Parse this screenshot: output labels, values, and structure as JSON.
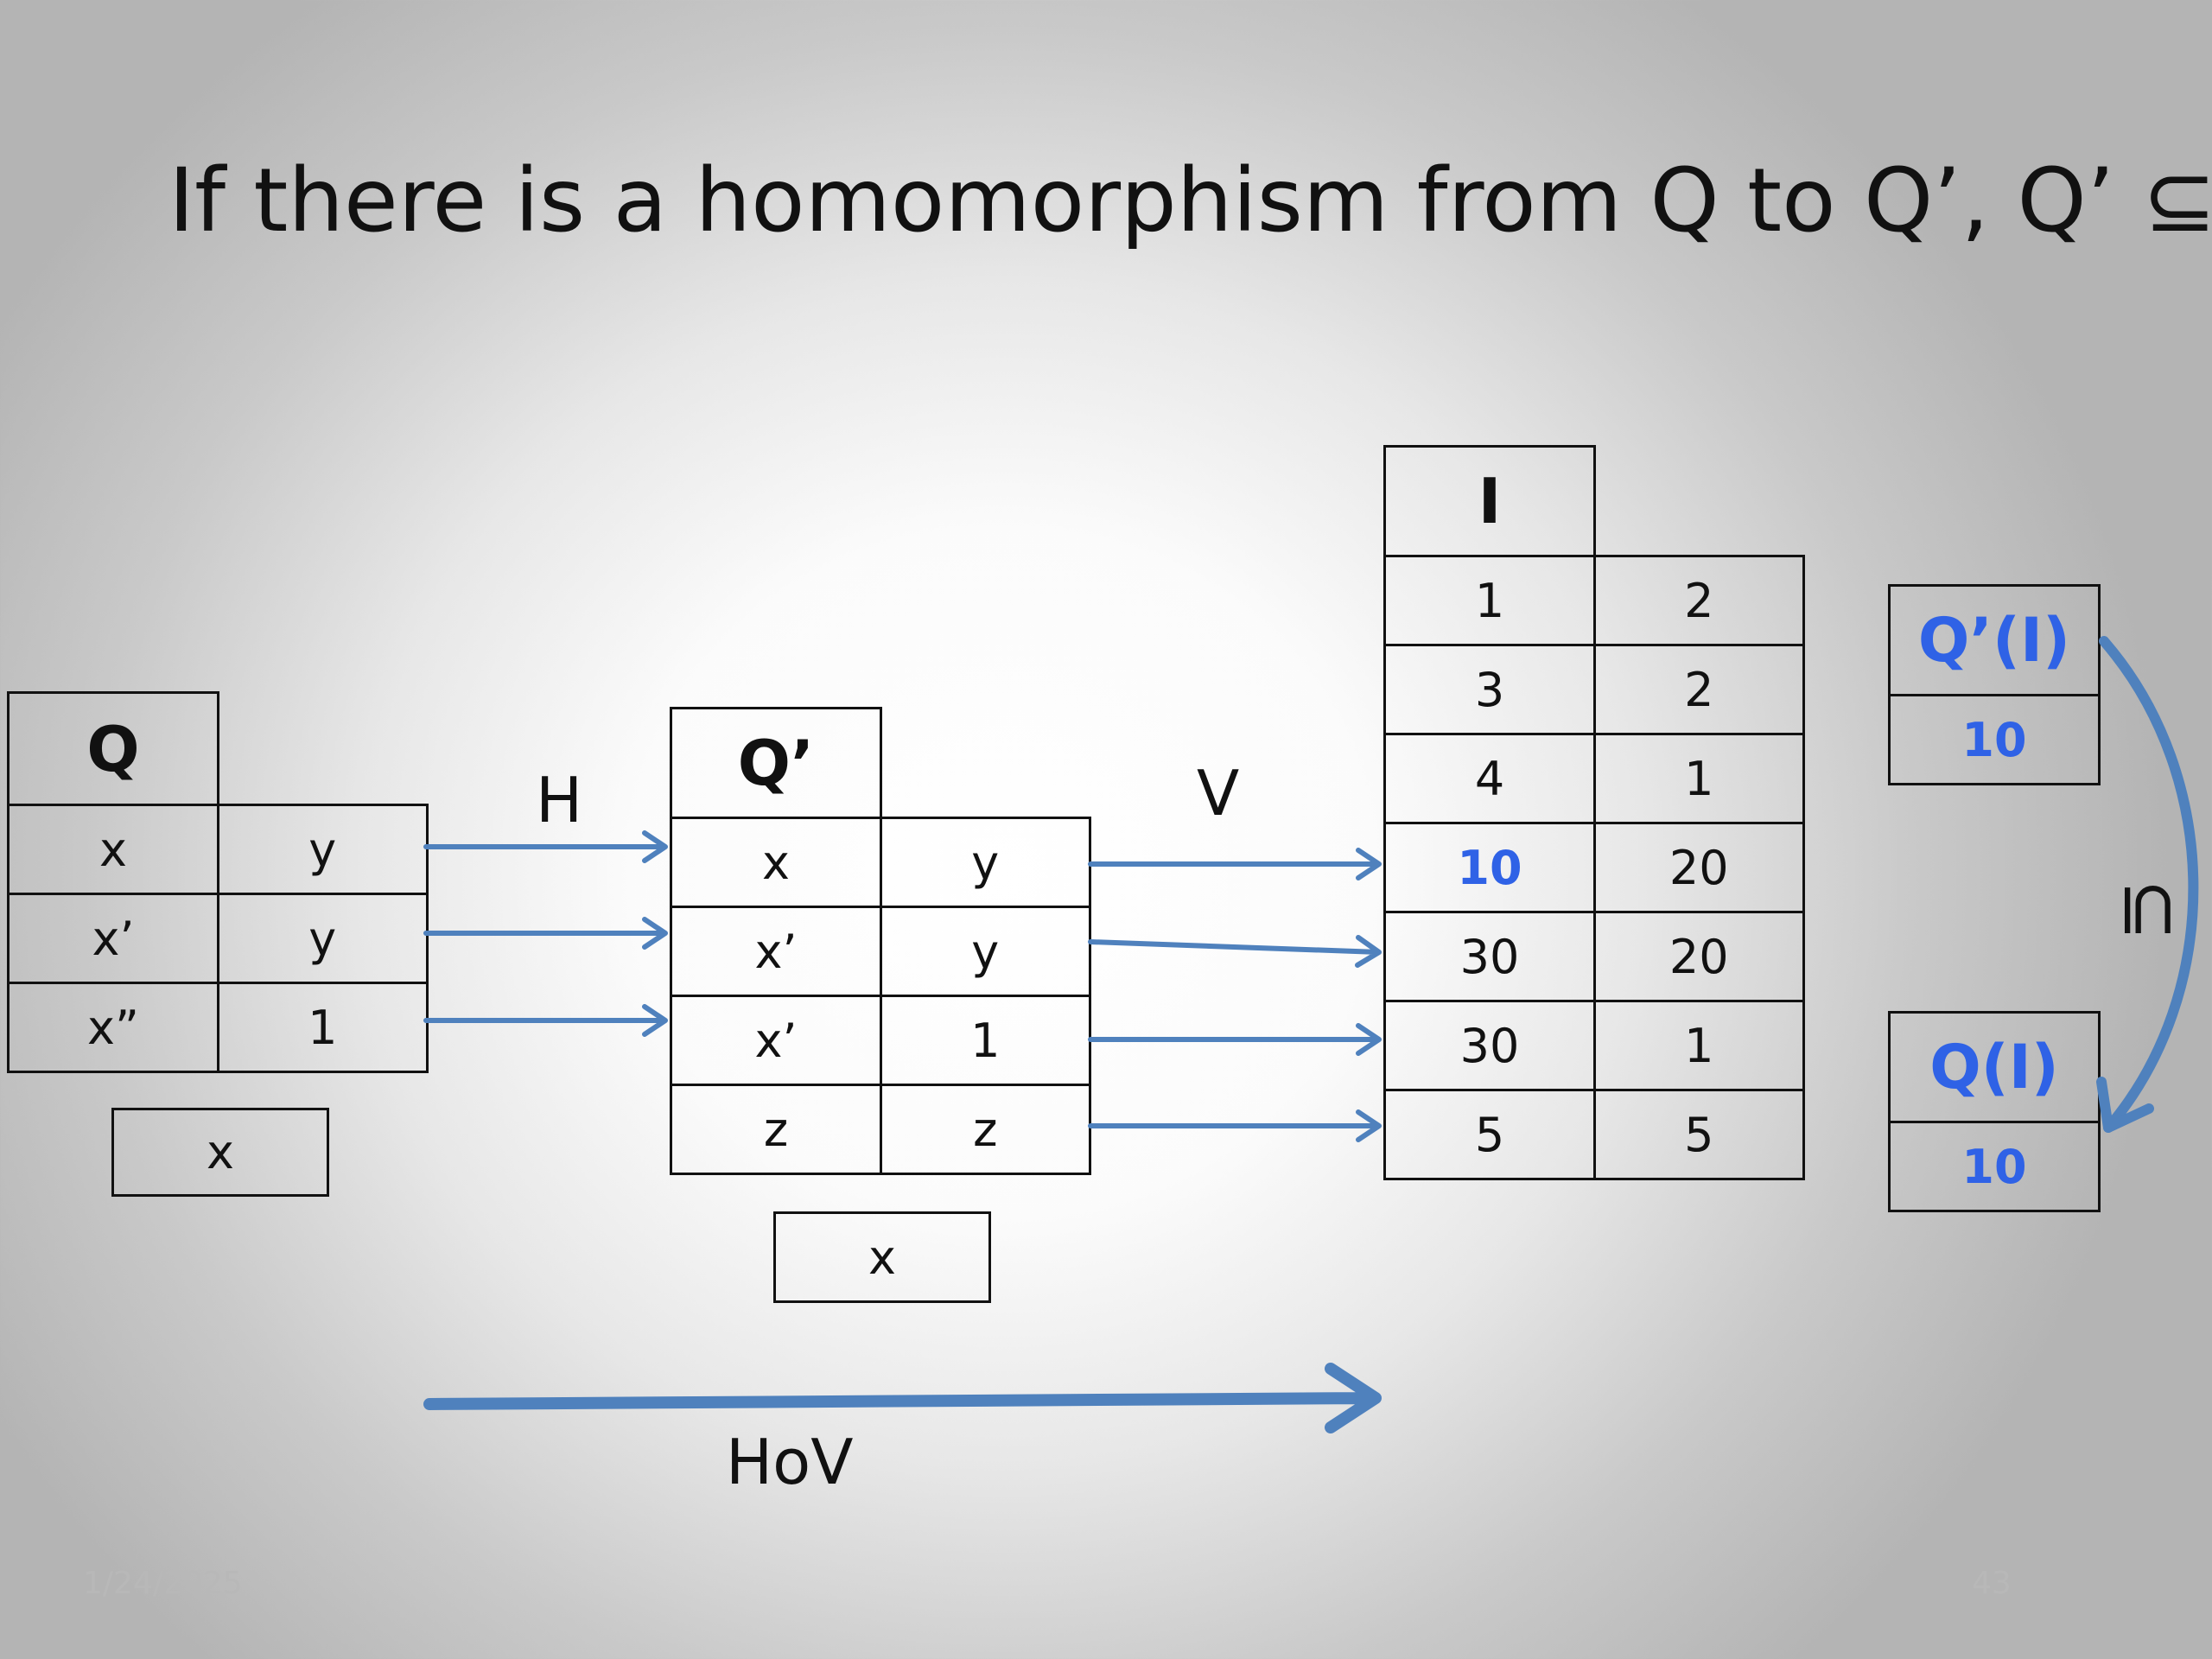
{
  "slide": {
    "title": "If there is a homomorphism from Q to Q’, Q’ ⊆ Q",
    "date": "1/24/2025",
    "page_number": "43"
  },
  "q_table": {
    "name": "Q",
    "rows": [
      [
        "x",
        "y"
      ],
      [
        "x’",
        "y"
      ],
      [
        "x”",
        "1"
      ]
    ],
    "head": "x"
  },
  "qp_table": {
    "name": "Q’",
    "rows": [
      [
        "x",
        "y"
      ],
      [
        "x’",
        "y"
      ],
      [
        "x’",
        "1"
      ],
      [
        "z",
        "z"
      ]
    ],
    "head": "x"
  },
  "i_table": {
    "name": "I",
    "rows": [
      [
        "1",
        "2"
      ],
      [
        "3",
        "2"
      ],
      [
        "4",
        "1"
      ],
      [
        "10",
        "20"
      ],
      [
        "30",
        "20"
      ],
      [
        "30",
        "1"
      ],
      [
        "5",
        "5"
      ]
    ]
  },
  "qpi_result": {
    "name": "Q’(I)",
    "value": "10"
  },
  "qi_result": {
    "name": "Q(I)",
    "value": "10"
  },
  "labels": {
    "h": "H",
    "v": "V",
    "hov": "HoV",
    "subset": "⊆"
  },
  "colors": {
    "arrow": "#4f81bd",
    "highlight": "#2f62e6"
  }
}
